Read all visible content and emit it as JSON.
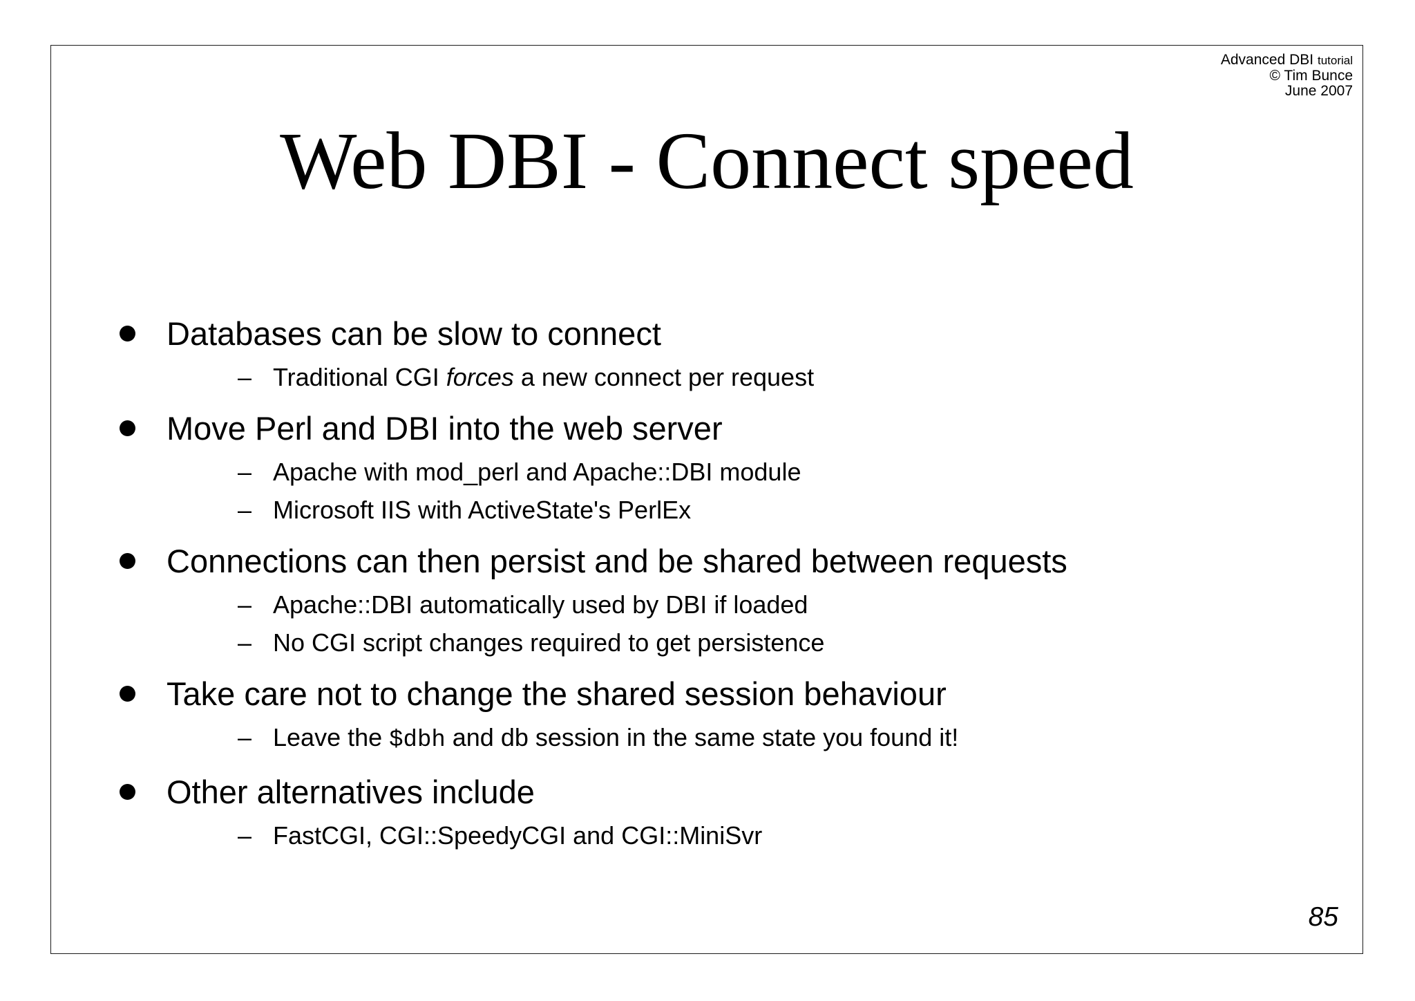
{
  "slide": {
    "header": {
      "title_main": "Advanced DBI",
      "title_small": "tutorial",
      "copyright": "© Tim Bunce",
      "date": "June 2007"
    },
    "title": "Web DBI - Connect speed",
    "page_number": "85"
  },
  "ui": {
    "dash": "–"
  },
  "bullets": [
    {
      "text": "Databases can be slow to connect",
      "subs": [
        {
          "pre": "Traditional CGI ",
          "em": "forces",
          "post": " a new connect per request"
        }
      ]
    },
    {
      "text": "Move Perl and DBI into the web server",
      "subs": [
        {
          "text": "Apache with mod_perl and Apache::DBI module"
        },
        {
          "text": "Microsoft IIS with ActiveState's PerlEx"
        }
      ]
    },
    {
      "text": "Connections can then persist and be shared between requests",
      "subs": [
        {
          "text": "Apache::DBI automatically used by DBI if loaded"
        },
        {
          "text": "No CGI script changes required to get persistence"
        }
      ]
    },
    {
      "text": "Take care not to change the shared session behaviour",
      "subs": [
        {
          "pre": "Leave the ",
          "code": "$dbh",
          "post": " and db session in the same state you found it!"
        }
      ]
    },
    {
      "text": "Other alternatives include",
      "subs": [
        {
          "text": "FastCGI, CGI::SpeedyCGI and CGI::MiniSvr"
        }
      ]
    }
  ]
}
